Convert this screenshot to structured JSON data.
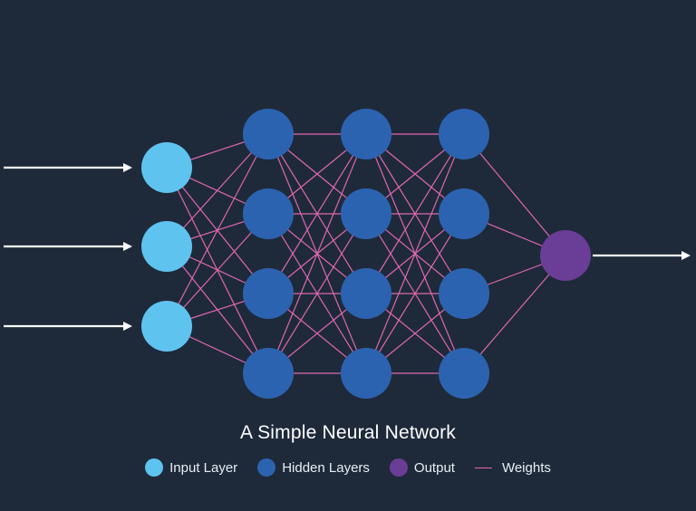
{
  "colors": {
    "background": "#1e2a3a",
    "input_node": "#5fc3f0",
    "hidden_node": "#2c63b0",
    "output_node": "#6a3d96",
    "weight_line": "#e066b0",
    "arrow": "#ffffff"
  },
  "network": {
    "layers": [
      {
        "kind": "input",
        "count": 3
      },
      {
        "kind": "hidden",
        "count": 4
      },
      {
        "kind": "hidden",
        "count": 4
      },
      {
        "kind": "hidden",
        "count": 4
      },
      {
        "kind": "output",
        "count": 1
      }
    ],
    "input_arrows": 3,
    "output_arrows": 1
  },
  "title": "A Simple Neural Network",
  "legend": {
    "input": "Input Layer",
    "hidden": "Hidden Layers",
    "output": "Output",
    "weights": "Weights"
  }
}
